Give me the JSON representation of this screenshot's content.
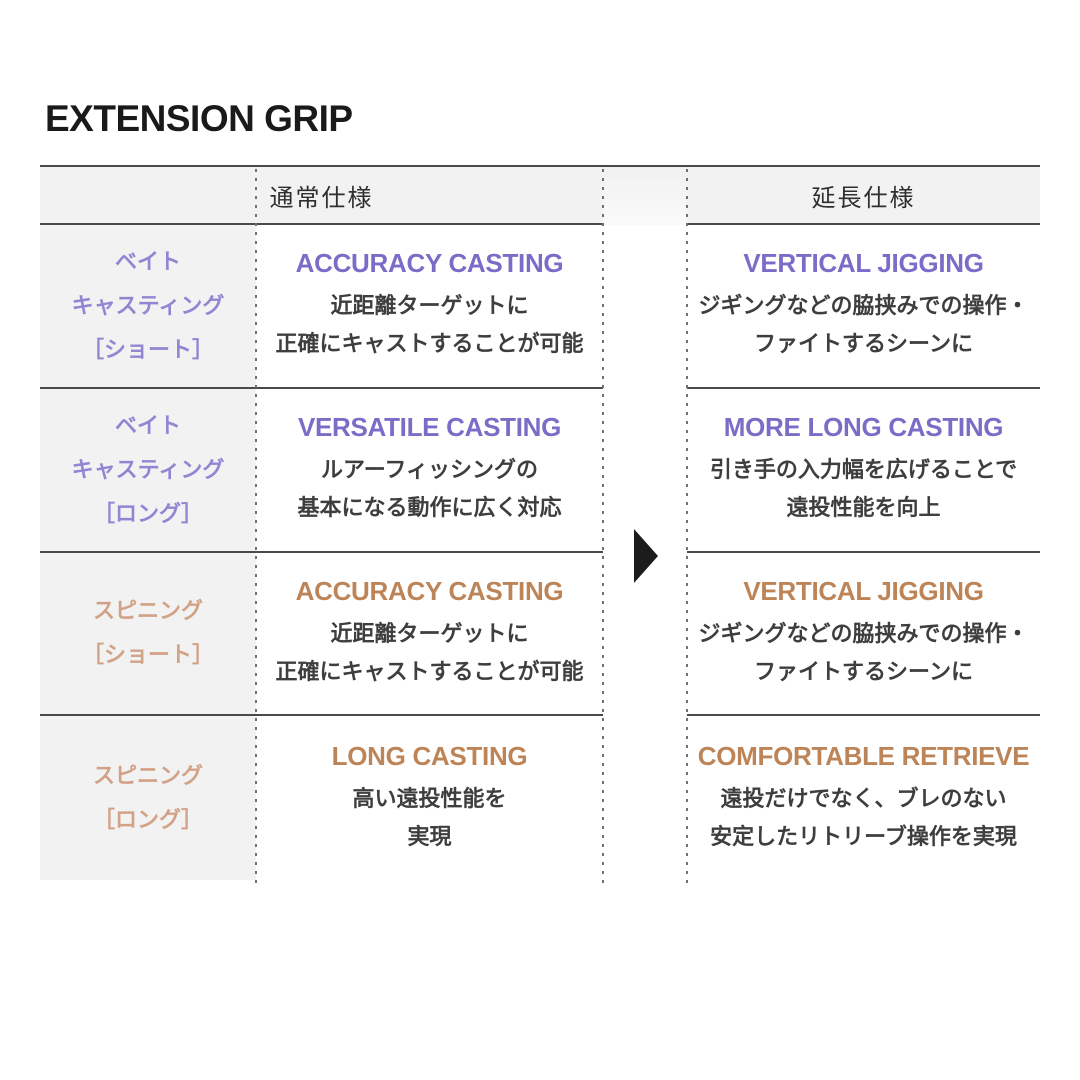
{
  "page": {
    "title": "EXTENSION GRIP"
  },
  "table": {
    "headers": {
      "normal": "通常仕様",
      "extended": "延長仕様"
    },
    "rows": [
      {
        "label_lines": [
          "ベイト",
          "キャスティング",
          "［ショート］"
        ],
        "accent": "purple",
        "normal": {
          "heading": "ACCURACY CASTING",
          "lines": [
            "近距離ターゲットに",
            "正確にキャストすることが可能"
          ]
        },
        "extended": {
          "heading": "VERTICAL JIGGING",
          "lines": [
            "ジギングなどの脇挟みでの操作・",
            "ファイトするシーンに"
          ]
        }
      },
      {
        "label_lines": [
          "ベイト",
          "キャスティング",
          "［ロング］"
        ],
        "accent": "purple",
        "normal": {
          "heading": "VERSATILE CASTING",
          "lines": [
            "ルアーフィッシングの",
            "基本になる動作に広く対応"
          ]
        },
        "extended": {
          "heading": "MORE LONG CASTING",
          "lines": [
            "引き手の入力幅を広げることで",
            "遠投性能を向上"
          ]
        }
      },
      {
        "label_lines": [
          "スピニング",
          "［ショート］"
        ],
        "accent": "orange",
        "normal": {
          "heading": "ACCURACY CASTING",
          "lines": [
            "近距離ターゲットに",
            "正確にキャストすることが可能"
          ]
        },
        "extended": {
          "heading": "VERTICAL JIGGING",
          "lines": [
            "ジギングなどの脇挟みでの操作・",
            "ファイトするシーンに"
          ]
        }
      },
      {
        "label_lines": [
          "スピニング",
          "［ロング］"
        ],
        "accent": "orange",
        "normal": {
          "heading": "LONG CASTING",
          "lines": [
            "高い遠投性能を",
            "実現"
          ]
        },
        "extended": {
          "heading": "COMFORTABLE RETRIEVE",
          "lines": [
            "遠投だけでなく、ブレのない",
            "安定したリトリーブ操作を実現"
          ]
        }
      }
    ]
  },
  "icons": {
    "arrow": "right-triangle"
  },
  "colors": {
    "purple_heading": "#7b6cc8",
    "purple_label": "#9186d2",
    "orange_heading": "#bd8557",
    "orange_label": "#d2a287",
    "body_text": "#3e3e3e",
    "header_text": "#2f2f2f",
    "title_text": "#1a1a1a",
    "border": "#4a4a4a",
    "dot": "#707070",
    "panel_bg": "#f2f2f3",
    "arrow": "#1c1c1c",
    "page_bg": "#ffffff"
  }
}
